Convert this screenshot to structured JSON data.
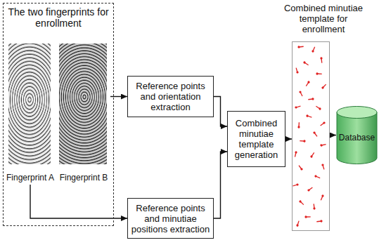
{
  "diagram": {
    "nodes": [
      {
        "text": [
          "The two fingerprints for enrollment"
        ]
      },
      {
        "text": [
          "Fingerprint A"
        ],
        "in": 0
      },
      {
        "text": [
          "Fingerprint B"
        ],
        "in": 0
      },
      {
        "text": [
          "Reference points and orientation extraction"
        ]
      },
      {
        "text": [
          "Reference points and minutiae positions extraction"
        ]
      },
      {
        "text": [
          "Combined minutiae template generation"
        ]
      },
      {
        "text": [
          "Combined minutiae template for enrollment"
        ]
      },
      {
        "text": [
          "Database"
        ]
      }
    ],
    "edges": [
      {
        "from": 2,
        "to": 3,
        "arrow": "to"
      },
      {
        "from": 1,
        "to": 4,
        "arrow": "to"
      },
      {
        "from": 3,
        "to": 5,
        "arrow": "to"
      },
      {
        "from": 4,
        "to": 5,
        "arrow": "to"
      },
      {
        "from": 5,
        "to": 6,
        "arrow": "to"
      },
      {
        "from": 6,
        "to": 7,
        "arrow": "to"
      }
    ]
  }
}
